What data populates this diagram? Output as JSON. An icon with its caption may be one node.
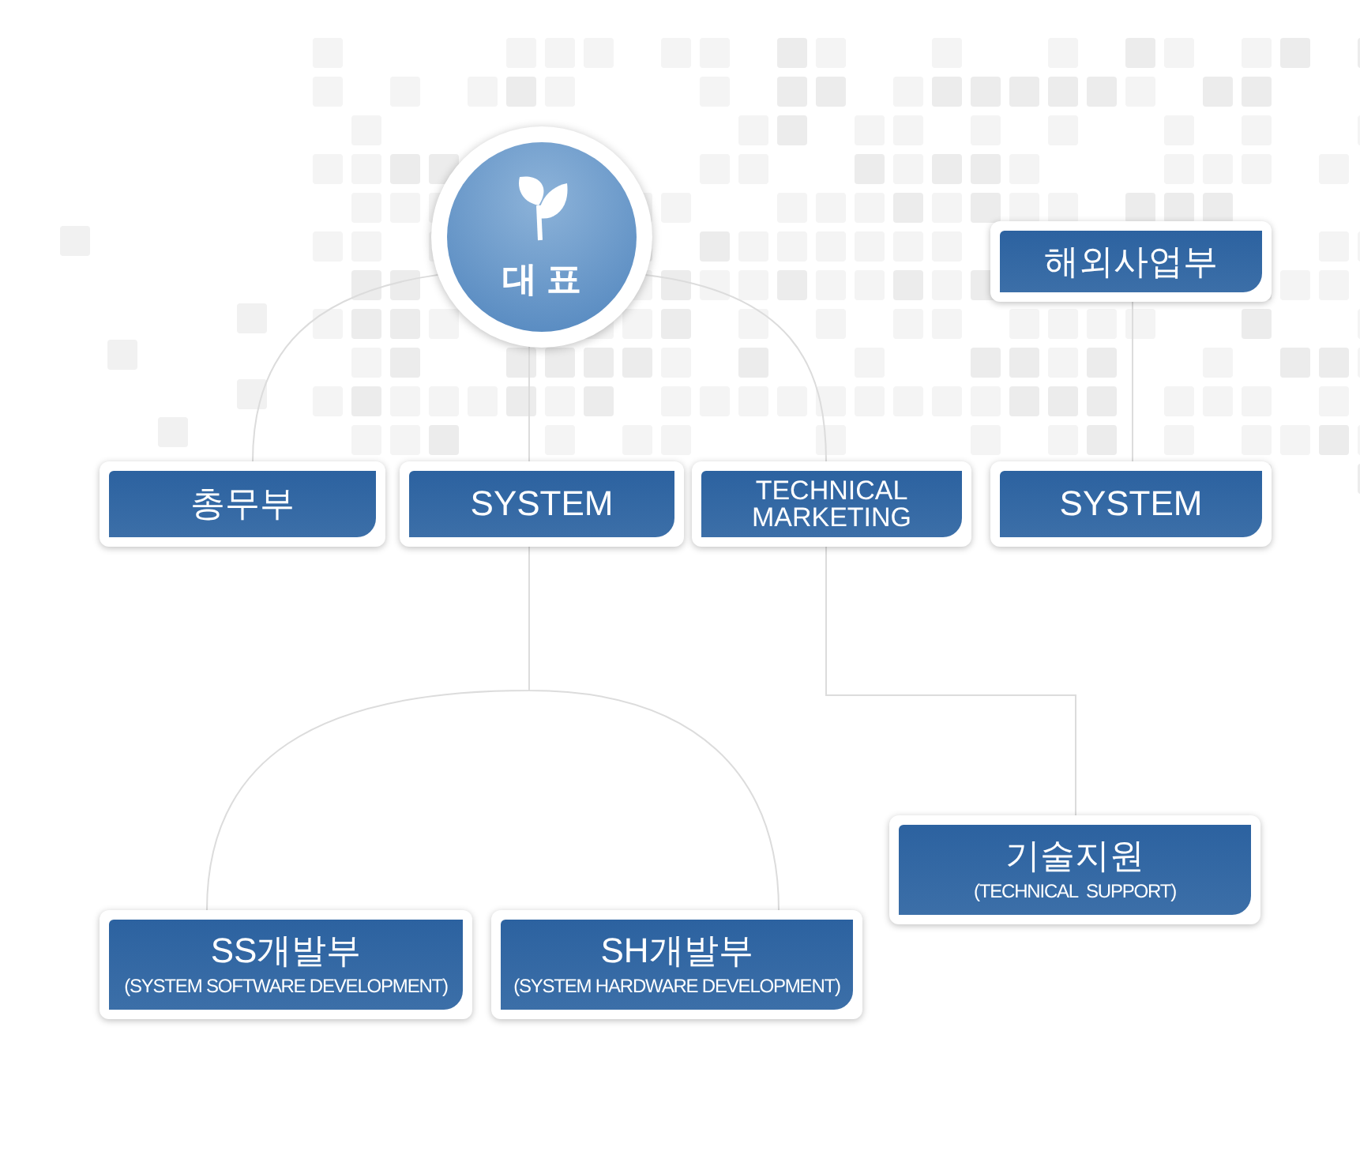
{
  "diagram": {
    "nodes": [
      {
        "text": [
          "대 표"
        ]
      },
      {
        "text": [
          "해외사업부"
        ]
      },
      {
        "text": [
          "총무부"
        ]
      },
      {
        "text": [
          "SYSTEM"
        ]
      },
      {
        "text": [
          "TECHNICAL MARKETING"
        ]
      },
      {
        "text": [
          "SYSTEM"
        ]
      },
      {
        "text": [
          "기술지원",
          "(TECHNICAL  SUPPORT)"
        ]
      },
      {
        "text": [
          "SS개발부",
          "(SYSTEM SOFTWARE DEVELOPMENT)"
        ]
      },
      {
        "text": [
          "SH개발부",
          "(SYSTEM HARDWARE DEVELOPMENT)"
        ]
      }
    ],
    "edges": [
      {
        "from": 0,
        "to": 2,
        "arrow": "none"
      },
      {
        "from": 0,
        "to": 3,
        "arrow": "none"
      },
      {
        "from": 0,
        "to": 4,
        "arrow": "none"
      },
      {
        "from": 1,
        "to": 5,
        "arrow": "none"
      },
      {
        "from": 3,
        "to": 7,
        "arrow": "none"
      },
      {
        "from": 3,
        "to": 8,
        "arrow": "none"
      },
      {
        "from": 4,
        "to": 6,
        "arrow": "none"
      }
    ]
  }
}
